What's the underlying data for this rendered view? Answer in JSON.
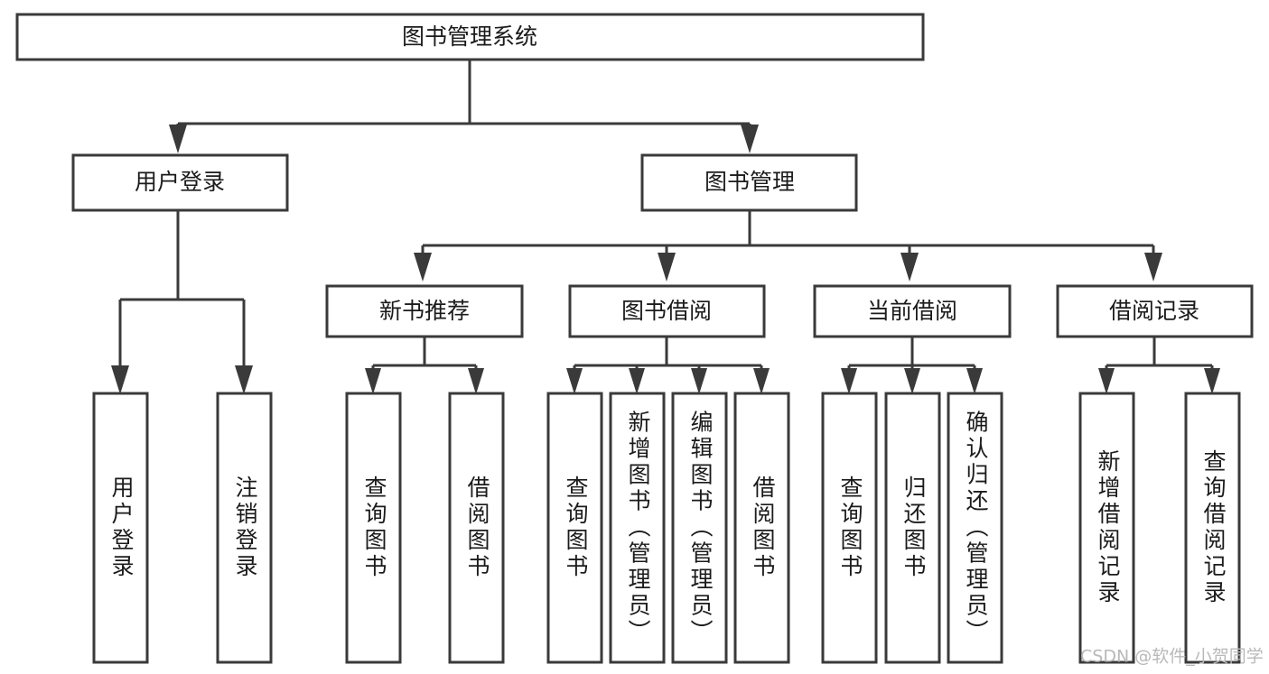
{
  "diagram": {
    "type": "tree-hierarchy-chart",
    "title": "图书管理系统",
    "watermark": "CSDN @软件_小贺同学",
    "colors": {
      "stroke": "#3a3a3a",
      "fill": "#ffffff",
      "text": "#1b1b1b",
      "watermark": "#b9b9b9",
      "background": "#ffffff"
    },
    "levels": {
      "root": {
        "label": "图书管理系统"
      },
      "level2": [
        {
          "id": "user-login",
          "label": "用户登录"
        },
        {
          "id": "book-management",
          "label": "图书管理"
        }
      ],
      "level3": [
        {
          "id": "new-book-recommend",
          "label": "新书推荐",
          "parent": "book-management"
        },
        {
          "id": "book-borrow",
          "label": "图书借阅",
          "parent": "book-management"
        },
        {
          "id": "current-borrow",
          "label": "当前借阅",
          "parent": "book-management"
        },
        {
          "id": "borrow-record",
          "label": "借阅记录",
          "parent": "book-management"
        }
      ],
      "leaves": [
        {
          "id": "leaf-user-login",
          "label": "用户登录",
          "parent": "user-login"
        },
        {
          "id": "leaf-logout-login",
          "label": "注销登录",
          "parent": "user-login"
        },
        {
          "id": "leaf-query-book-1",
          "label": "查询图书",
          "parent": "new-book-recommend"
        },
        {
          "id": "leaf-borrow-book-1",
          "label": "借阅图书",
          "parent": "new-book-recommend"
        },
        {
          "id": "leaf-query-book-2",
          "label": "查询图书",
          "parent": "book-borrow"
        },
        {
          "id": "leaf-add-book",
          "label": "新增图书（管理员）",
          "parent": "book-borrow"
        },
        {
          "id": "leaf-edit-book",
          "label": "编辑图书（管理员）",
          "parent": "book-borrow"
        },
        {
          "id": "leaf-borrow-book-2",
          "label": "借阅图书",
          "parent": "book-borrow"
        },
        {
          "id": "leaf-query-book-3",
          "label": "查询图书",
          "parent": "current-borrow"
        },
        {
          "id": "leaf-return-book",
          "label": "归还图书",
          "parent": "current-borrow"
        },
        {
          "id": "leaf-confirm-return",
          "label": "确认归还（管理员）",
          "parent": "current-borrow"
        },
        {
          "id": "leaf-add-record",
          "label": "新增借阅记录",
          "parent": "borrow-record"
        },
        {
          "id": "leaf-query-record",
          "label": "查询借阅记录",
          "parent": "borrow-record"
        }
      ]
    }
  }
}
